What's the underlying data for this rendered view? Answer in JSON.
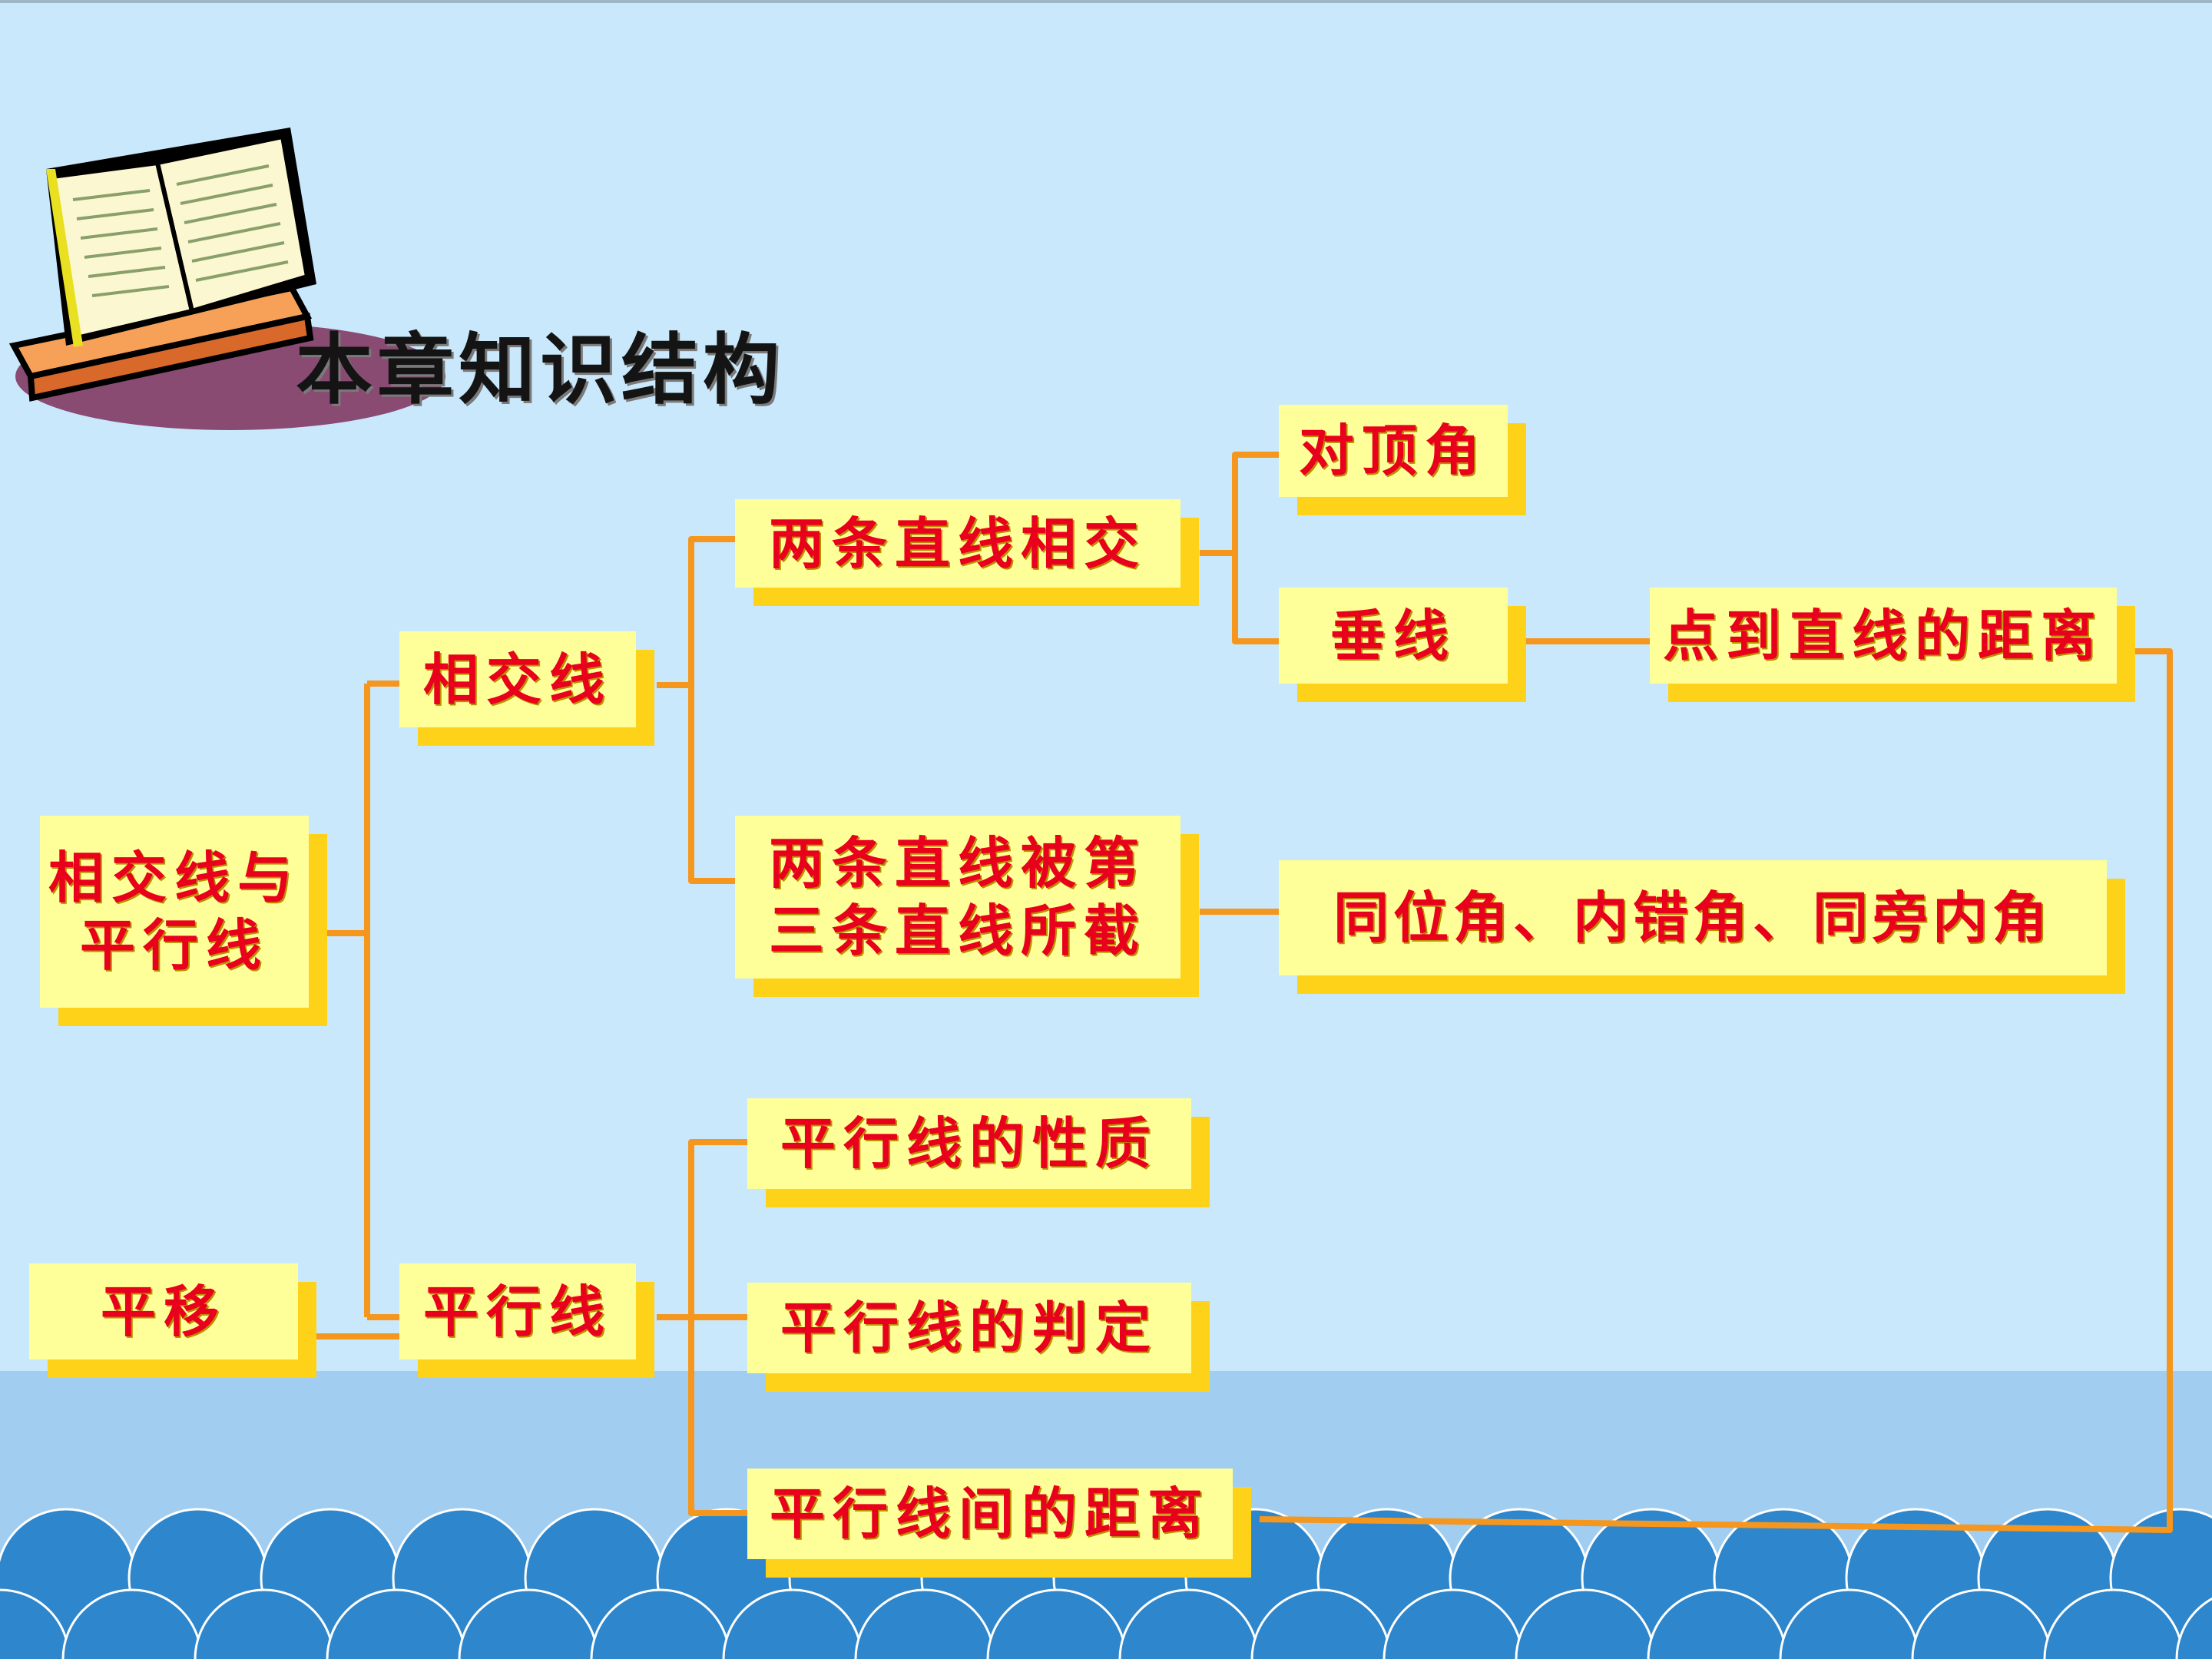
{
  "title": "本章知识结构",
  "colors": {
    "background": "#c9e8fb",
    "sea": "#a0cdf0",
    "waves": "#2e86cc",
    "box_face": "#ffff99",
    "box_shadow": "#ffd21a",
    "text": "#e8001c",
    "connector": "#f5961e"
  },
  "illustration": "open-book-on-stand-icon",
  "nodes": {
    "root": "相交线与\n平行线",
    "translation": "平移",
    "intersecting_lines": "相交线",
    "parallel_lines": "平行线",
    "two_lines_intersect": "两条直线相交",
    "two_lines_cut_by_third": "两条直线被第\n三条直线所截",
    "vertical_angles": "对顶角",
    "perpendicular": "垂线",
    "point_to_line_distance": "点到直线的距离",
    "angle_types": "同位角、内错角、同旁内角",
    "parallel_properties": "平行线的性质",
    "parallel_criteria": "平行线的判定",
    "parallel_distance": "平行线间的距离"
  }
}
